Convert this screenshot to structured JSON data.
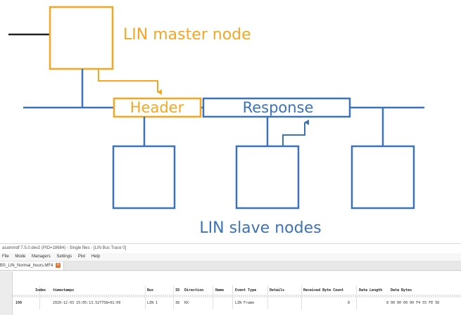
{
  "diagram": {
    "master_label": "LIN master node",
    "header_label": "Header",
    "response_label": "Response",
    "slave_label": "LIN slave nodes",
    "colors": {
      "master": "#f5a623",
      "bus": "#3a73b7",
      "wire": "#222222"
    }
  },
  "app": {
    "title": "asammdf 7.5.0.dev2 (PID=18684) - Single files - [LIN Bus Trace 0]",
    "menu": [
      "File",
      "Mode",
      "Managers",
      "Settings",
      "Plot",
      "Help"
    ],
    "tab_label": "BS_LIN_Normal_hours.MF4",
    "tab_close_icon": "close-icon",
    "columns": [
      "Index",
      "timestamps",
      "Bus",
      "ID",
      "Direction",
      "Name",
      "Event Type",
      "Details",
      "Received Byte Count",
      "Data Length",
      "Data Bytes"
    ],
    "row": {
      "index": "190",
      "timestamp": "2020-12-03 15:05:13.527758+01:00",
      "bus": "LIN 1",
      "id": "38",
      "direction": "RX",
      "name": "",
      "event_type": "LIN Frame",
      "details": "",
      "received_byte_count": "8",
      "data_length": "8",
      "data_bytes": "00 00 00 00 F4 55 FE 5D"
    }
  }
}
